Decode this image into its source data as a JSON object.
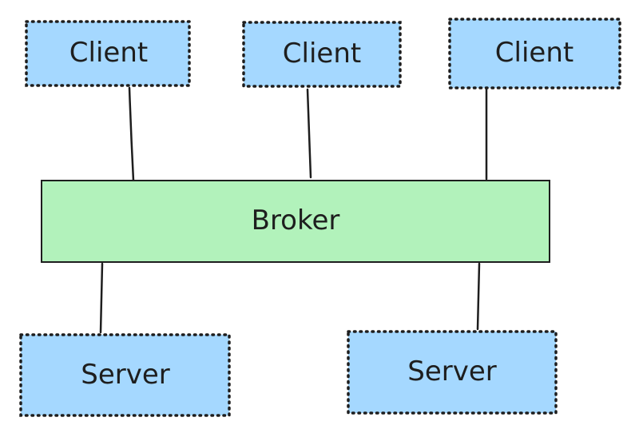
{
  "colors": {
    "client_fill": "#a5d8ff",
    "server_fill": "#a5d8ff",
    "broker_fill": "#b2f2bb",
    "stroke": "#1e1e1e",
    "background": "#ffffff"
  },
  "clients": [
    {
      "label": "Client"
    },
    {
      "label": "Client"
    },
    {
      "label": "Client"
    }
  ],
  "broker": {
    "label": "Broker"
  },
  "servers": [
    {
      "label": "Server"
    },
    {
      "label": "Server"
    }
  ]
}
